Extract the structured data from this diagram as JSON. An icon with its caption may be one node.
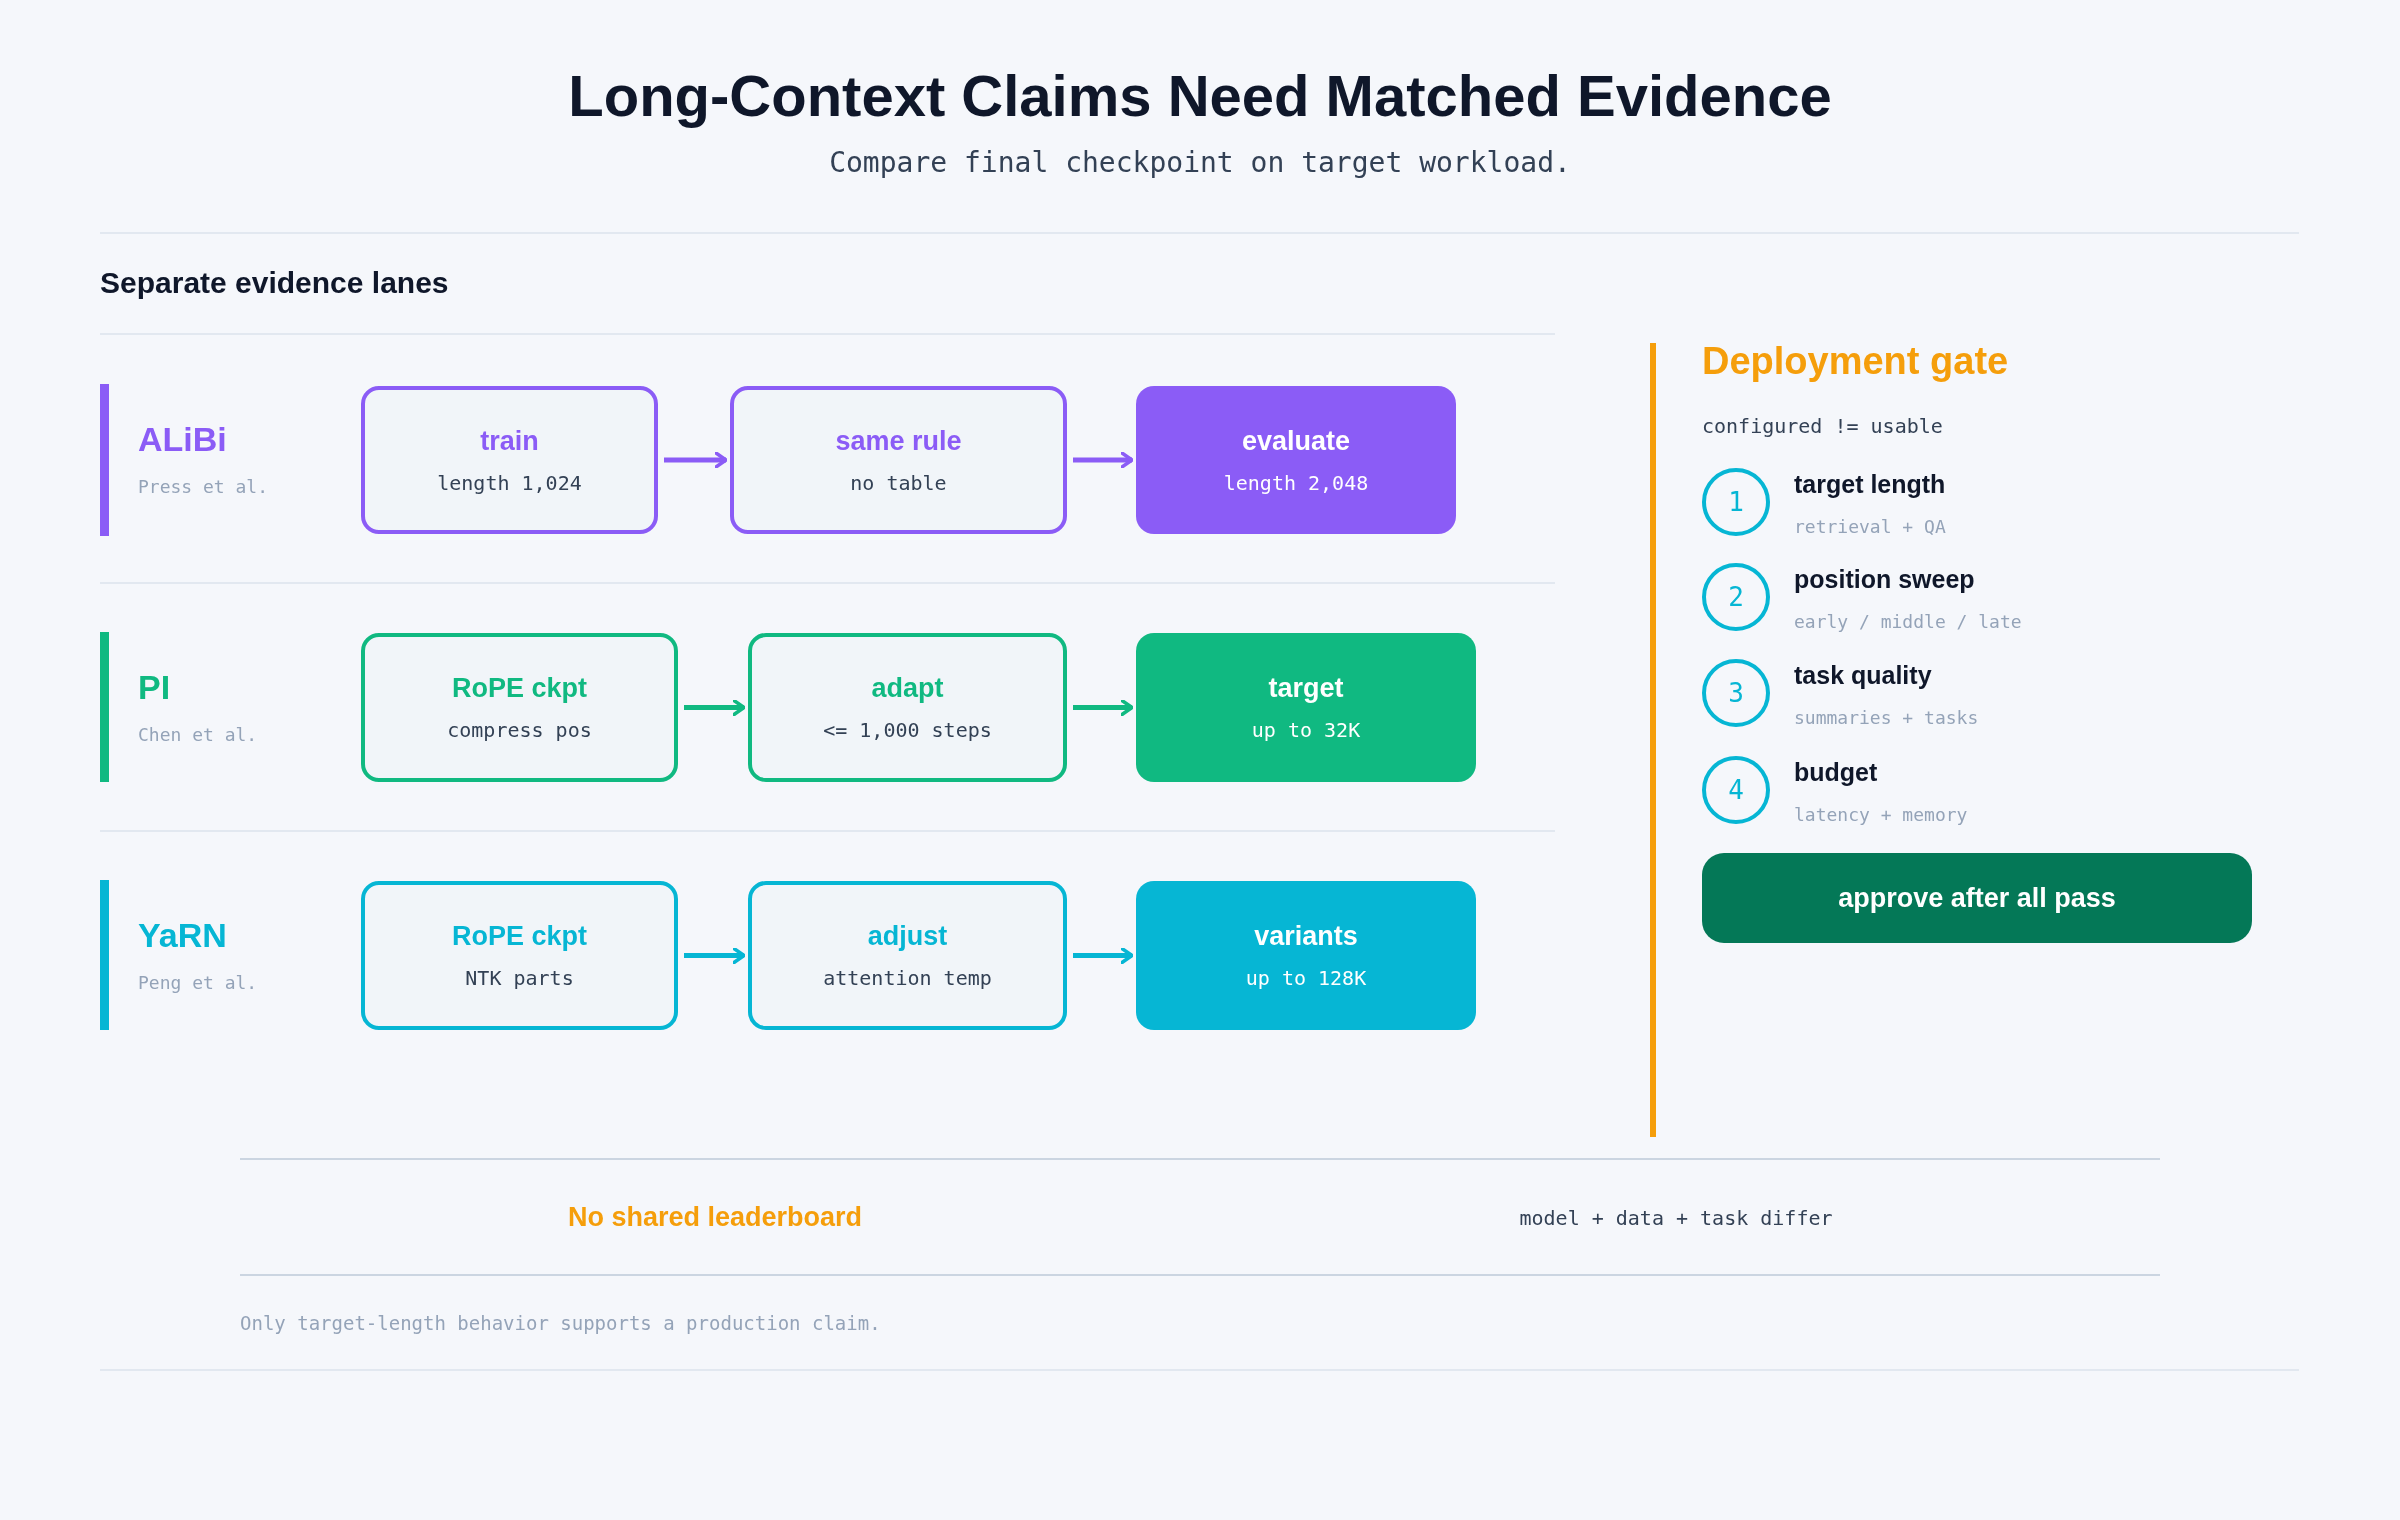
{
  "diagram": {
    "title": "Long-Context Claims Need Matched Evidence",
    "caption": "Compare final checkpoint on target workload.",
    "nodes": [
      {
        "text": [
          "train",
          "length 1,024"
        ]
      },
      {
        "text": [
          "same rule",
          "no table"
        ]
      },
      {
        "text": [
          "evaluate",
          "length 2,048"
        ]
      },
      {
        "text": [
          "RoPE ckpt",
          "compress pos"
        ]
      },
      {
        "text": [
          "adapt",
          "<= 1,000 steps"
        ]
      },
      {
        "text": [
          "target",
          "up to 32K"
        ]
      },
      {
        "text": [
          "RoPE ckpt",
          "NTK parts"
        ]
      },
      {
        "text": [
          "adjust",
          "attention temp"
        ]
      },
      {
        "text": [
          "variants",
          "up to 128K"
        ]
      },
      {
        "text": [
          "1"
        ],
        "beside": [
          "target length",
          "retrieval + QA"
        ]
      },
      {
        "text": [
          "2"
        ],
        "beside": [
          "position sweep",
          "early / middle / late"
        ]
      },
      {
        "text": [
          "3"
        ],
        "beside": [
          "task quality",
          "summaries + tasks"
        ]
      },
      {
        "text": [
          "4"
        ],
        "beside": [
          "budget",
          "latency + memory"
        ]
      },
      {
        "text": [
          "approve after all pass"
        ]
      }
    ],
    "edges": [
      {
        "from": 0,
        "to": 1,
        "arrow": "to",
        "color": "#8b5cf6"
      },
      {
        "from": 1,
        "to": 2,
        "arrow": "to",
        "color": "#8b5cf6"
      },
      {
        "from": 3,
        "to": 4,
        "arrow": "to",
        "color": "#10b981"
      },
      {
        "from": 4,
        "to": 5,
        "arrow": "to",
        "color": "#10b981"
      },
      {
        "from": 6,
        "to": 7,
        "arrow": "to",
        "color": "#06b6d4"
      },
      {
        "from": 7,
        "to": 8,
        "arrow": "to",
        "color": "#06b6d4"
      }
    ],
    "labels": [
      "Separate evidence lanes",
      "ALiBi",
      "Press et al.",
      "PI",
      "Chen et al.",
      "YaRN",
      "Peng et al.",
      "Deployment gate",
      "configured != usable",
      "No shared leaderboard",
      "model + data + task differ",
      "Only target-length behavior supports a production claim."
    ]
  }
}
